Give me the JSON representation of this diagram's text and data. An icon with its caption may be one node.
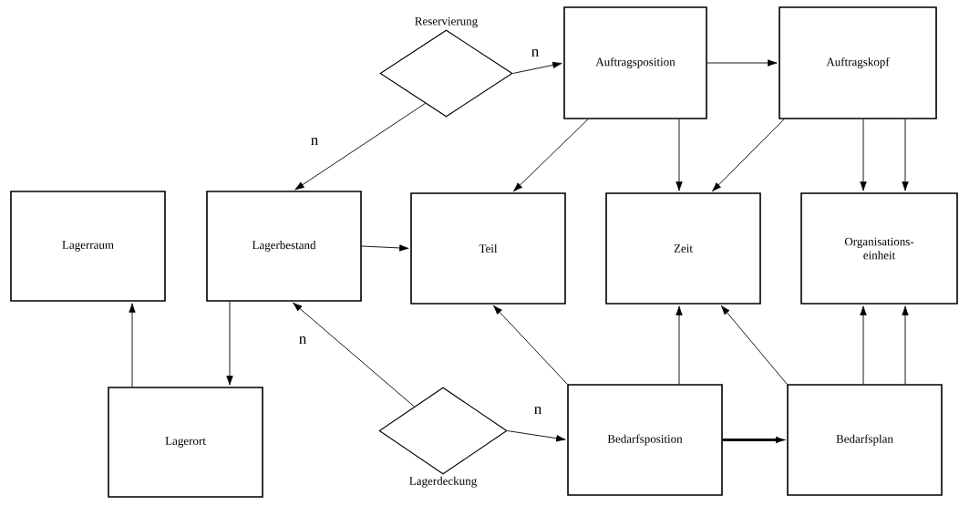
{
  "diagram": {
    "nodes": [
      {
        "text": [
          "Reservierung"
        ]
      },
      {
        "text": [
          "Auftragsposition"
        ]
      },
      {
        "text": [
          "Auftragskopf"
        ]
      },
      {
        "text": [
          "Lagerraum"
        ]
      },
      {
        "text": [
          "Lagerbestand"
        ]
      },
      {
        "text": [
          "Teil"
        ]
      },
      {
        "text": [
          "Zeit"
        ]
      },
      {
        "text": [
          "Organisations- einheit"
        ]
      },
      {
        "text": [
          "Lagerort"
        ]
      },
      {
        "text": [
          "Lagerdeckung"
        ]
      },
      {
        "text": [
          "Bedarfsposition"
        ]
      },
      {
        "text": [
          "Bedarfsplan"
        ]
      }
    ],
    "edges": [
      {
        "from": 0,
        "to": 1,
        "arrow": "to",
        "label": "n"
      },
      {
        "from": 1,
        "to": 2,
        "arrow": "to"
      },
      {
        "from": 0,
        "to": 4,
        "arrow": "to",
        "label": "n"
      },
      {
        "from": 1,
        "to": 5,
        "arrow": "to"
      },
      {
        "from": 1,
        "to": 6,
        "arrow": "to"
      },
      {
        "from": 2,
        "to": 6,
        "arrow": "to"
      },
      {
        "from": 2,
        "to": 7,
        "arrow": "to"
      },
      {
        "from": 2,
        "to": 7,
        "arrow": "to"
      },
      {
        "from": 4,
        "to": 5,
        "arrow": "to"
      },
      {
        "from": 4,
        "to": 8,
        "arrow": "to"
      },
      {
        "from": 8,
        "to": 3,
        "arrow": "to"
      },
      {
        "from": 9,
        "to": 4,
        "arrow": "to",
        "label": "n"
      },
      {
        "from": 9,
        "to": 10,
        "arrow": "to",
        "label": "n"
      },
      {
        "from": 10,
        "to": 5,
        "arrow": "to"
      },
      {
        "from": 10,
        "to": 6,
        "arrow": "to"
      },
      {
        "from": 11,
        "to": 6,
        "arrow": "to"
      },
      {
        "from": 10,
        "to": 11,
        "arrow": "to",
        "style": "thick"
      },
      {
        "from": 11,
        "to": 7,
        "arrow": "to"
      },
      {
        "from": 11,
        "to": 7,
        "arrow": "to"
      }
    ]
  }
}
